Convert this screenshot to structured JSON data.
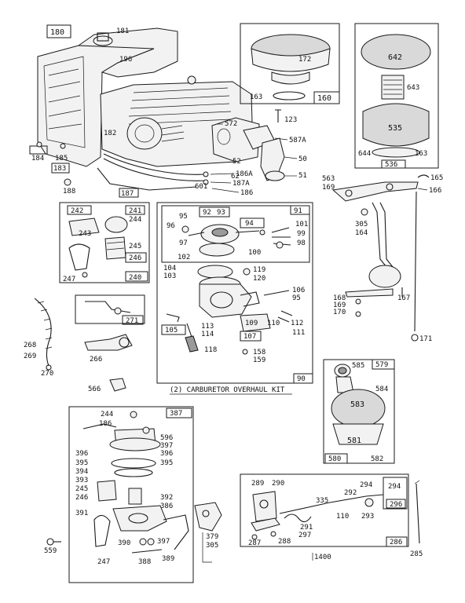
{
  "labels": {
    "l180": "180",
    "l181": "181",
    "l196": "196",
    "l182": "182",
    "l184": "184",
    "l185": "185",
    "l183": "183",
    "l188": "188",
    "l187": "187",
    "l186": "186",
    "l187a": "187A",
    "l186a": "186A",
    "l601": "601",
    "l52": "52",
    "l572": "572",
    "l587a": "587A",
    "l50": "50",
    "l51": "51",
    "l123": "123",
    "l160": "160",
    "l172": "172",
    "l163a": "163",
    "l642": "642",
    "l643": "643",
    "l535": "535",
    "l644": "644",
    "l163b": "163",
    "l536": "536",
    "l242": "242",
    "l241": "241",
    "l244a": "244",
    "l243": "243",
    "l245a": "245",
    "l246a": "246",
    "l247a": "247",
    "l240": "240",
    "l91": "91",
    "l95a": "95",
    "l92": "92",
    "l93": "93",
    "l96": "96",
    "l97": "97",
    "l94": "94",
    "l101": "101",
    "l99": "99",
    "l100": "100",
    "l98": "98",
    "l102": "102",
    "l104": "104",
    "l103": "103",
    "l119": "119",
    "l120": "120",
    "l106": "106",
    "l95b": "95",
    "l105": "105",
    "l113": "113",
    "l114": "114",
    "l118": "118",
    "l109": "109",
    "l110": "110",
    "l112": "112",
    "l111": "111",
    "l107": "107",
    "l158": "158",
    "l159": "159",
    "l90": "90",
    "kit_title": "(2) CARBURETOR OVERHAUL KIT",
    "l563": "563",
    "l169a": "169",
    "l165": "165",
    "l166": "166",
    "l305a": "305",
    "l164": "164",
    "l168": "168",
    "l169b": "169",
    "l170": "170",
    "l167": "167",
    "l171": "171",
    "l271": "271",
    "l268": "268",
    "l269": "269",
    "l270": "270",
    "l266": "266",
    "l566": "566",
    "l585": "585",
    "l579": "579",
    "l584": "584",
    "l583": "583",
    "l581": "581",
    "l580": "580",
    "l582": "582",
    "l387": "387",
    "l244b": "244",
    "l186b": "186",
    "l596": "596",
    "l397a": "397",
    "l396a": "396",
    "l396b": "396",
    "l395a": "395",
    "l395b": "395",
    "l394": "394",
    "l393": "393",
    "l245b": "245",
    "l246b": "246",
    "l392": "392",
    "l386": "386",
    "l391": "391",
    "l390": "390",
    "l389": "389",
    "l388": "388",
    "l247b": "247",
    "l397b": "397",
    "l379": "379",
    "l305b": "305",
    "l559": "559",
    "l289": "289",
    "l290": "290",
    "l294a": "294",
    "l294b": "294",
    "l292": "292",
    "l335": "335",
    "l296": "296",
    "l110b": "110",
    "l293": "293",
    "l291": "291",
    "l297": "297",
    "l287": "287",
    "l288": "288",
    "l286": "286",
    "l285": "285",
    "l1400": "1400"
  }
}
